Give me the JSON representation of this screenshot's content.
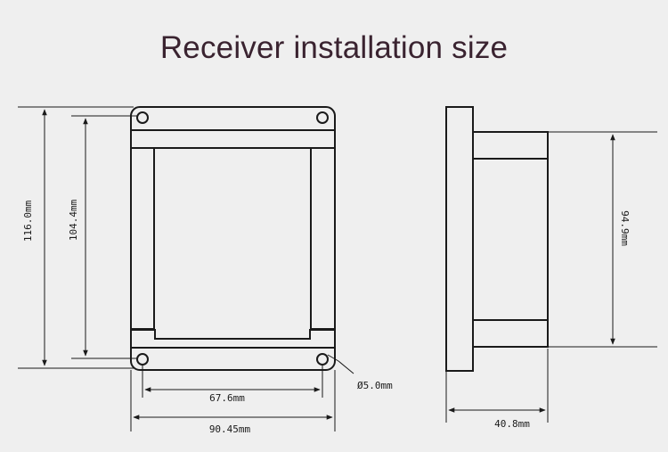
{
  "title": "Receiver installation size",
  "dimensions": {
    "overall_height": "116.0mm",
    "hole_spacing_vertical": "104.4mm",
    "hole_spacing_horizontal": "67.6mm",
    "overall_width": "90.45mm",
    "hole_diameter": "Ø5.0mm",
    "side_height": "94.9mm",
    "side_depth": "40.8mm"
  }
}
